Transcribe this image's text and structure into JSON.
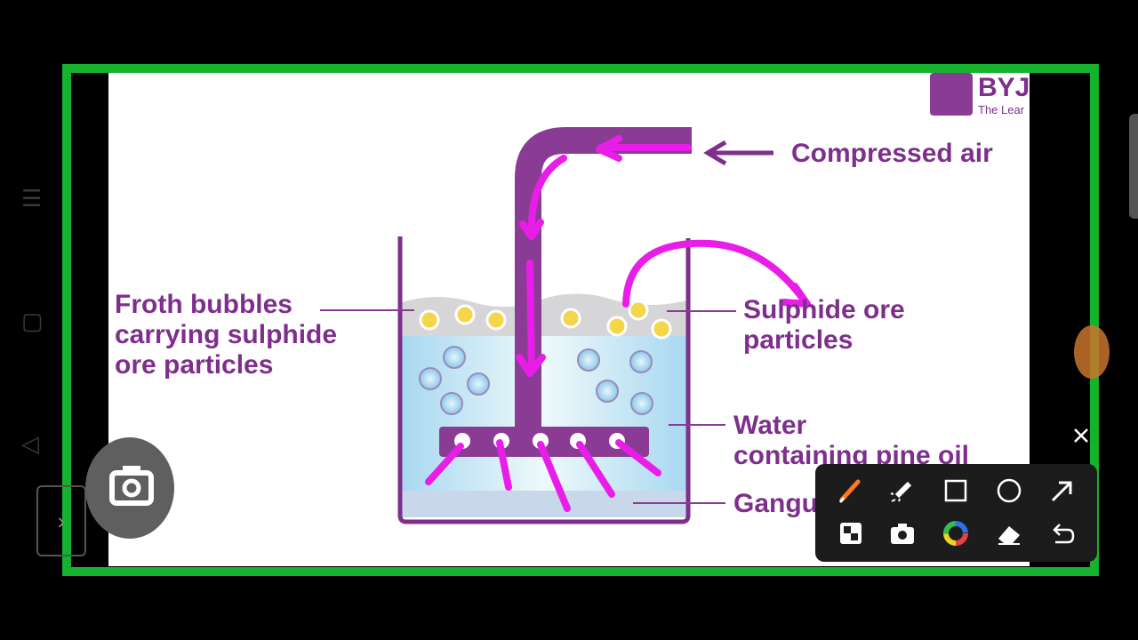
{
  "diagram": {
    "labels": {
      "compressed_air": "Compressed air",
      "froth": "Froth bubbles\ncarrying sulphide\nore particles",
      "sulphide": "Sulphide ore\nparticles",
      "water": "Water\ncontaining pine oil",
      "gangue": "Gangue"
    },
    "logo": {
      "name": "BYJ",
      "tagline": "The Lear"
    }
  },
  "colors": {
    "frame_border": "#15b22e",
    "diagram_purple": "#7e2f8c",
    "pen_magenta": "#e81ee8",
    "toolbar_bg": "#1c1c1c"
  },
  "nav": {
    "icons": [
      "menu-icon",
      "square-icon",
      "back-triangle-icon",
      "chevron-right-icon"
    ]
  },
  "toolbar": {
    "tools": [
      "pen-icon",
      "highlighter-icon",
      "rectangle-icon",
      "circle-icon",
      "arrow-icon",
      "checker-icon",
      "camera-icon",
      "color-wheel-icon",
      "eraser-icon",
      "undo-icon"
    ]
  }
}
